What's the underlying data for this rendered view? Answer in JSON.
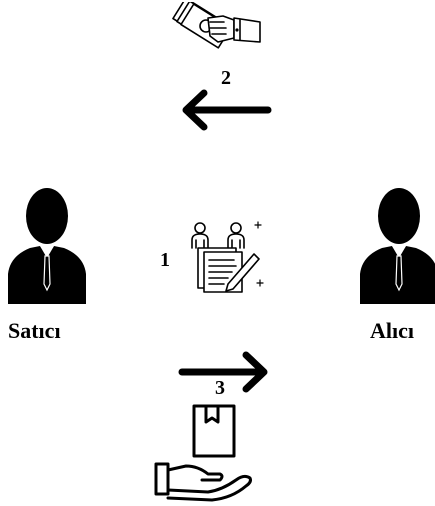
{
  "parties": {
    "seller_label": "Satıcı",
    "buyer_label": "Alıcı"
  },
  "steps": {
    "step1": "1",
    "step2": "2",
    "step3": "3"
  },
  "icons": {
    "seller": "businessman-icon",
    "buyer": "businessman-icon",
    "payment": "hand-with-money-icon",
    "contract": "contract-signing-icon",
    "delivery": "hand-with-package-icon",
    "arrow_left": "arrow-left-icon",
    "arrow_right": "arrow-right-icon"
  },
  "colors": {
    "ink": "#000000",
    "background": "#ffffff"
  }
}
